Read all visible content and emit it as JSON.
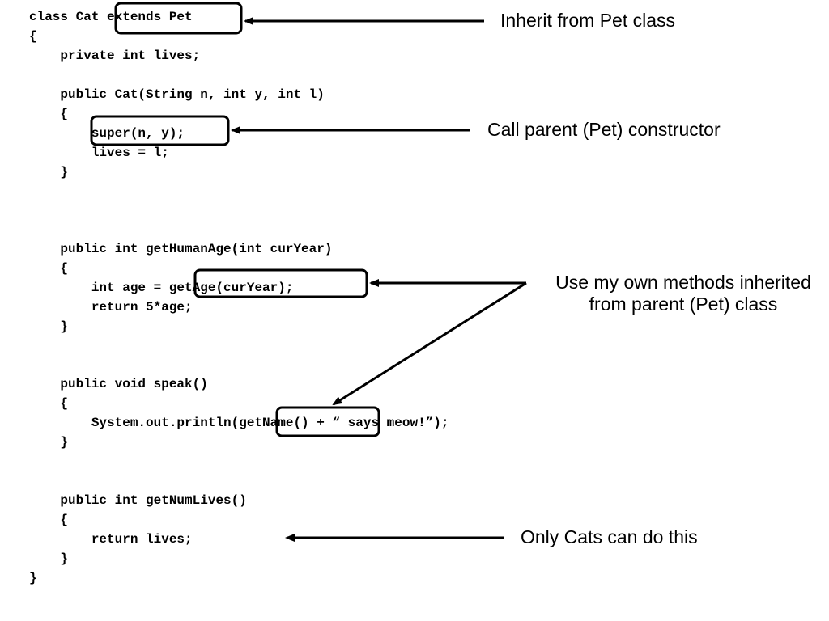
{
  "code": {
    "lines": [
      "class Cat extends Pet",
      "{",
      "    private int lives;",
      "",
      "    public Cat(String n, int y, int l)",
      "    {",
      "        super(n, y);",
      "        lives = l;",
      "    }",
      "",
      "",
      "",
      "    public int getHumanAge(int curYear)",
      "    {",
      "        int age = getAge(curYear);",
      "        return 5*age;",
      "    }",
      "",
      "",
      "    public void speak()",
      "    {",
      "        System.out.println(getName() + “ says meow!”);",
      "    }",
      "",
      "",
      "    public int getNumLives()",
      "    {",
      "        return lives;",
      "    }",
      "}"
    ]
  },
  "annotations": {
    "inherit": "Inherit from Pet class",
    "call_parent": "Call parent (Pet) constructor",
    "own_methods_line1": "Use my own methods inherited",
    "own_methods_line2": "from parent (Pet) class",
    "only_cats": "Only Cats can do this"
  }
}
